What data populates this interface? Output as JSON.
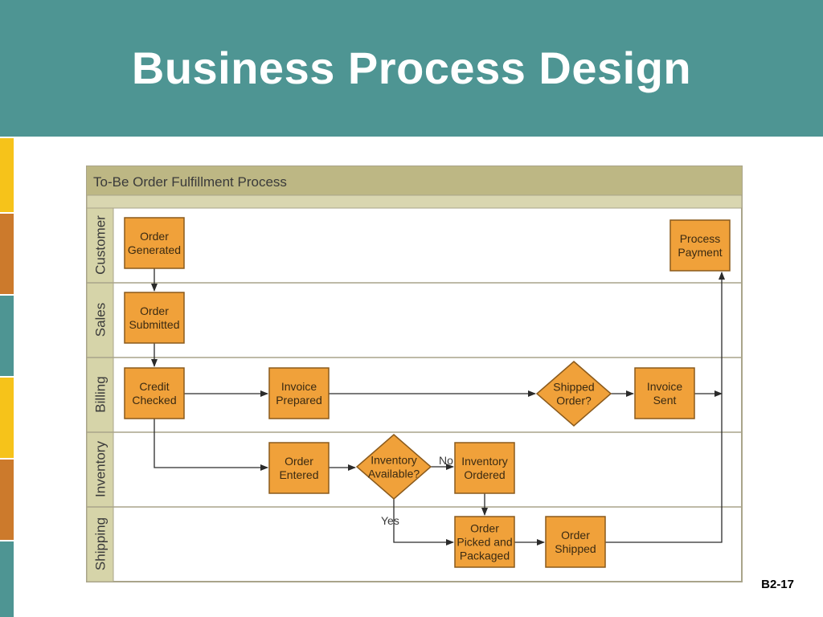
{
  "slide": {
    "title": "Business Process Design",
    "number": "B2-17"
  },
  "colors": {
    "header": "#4e9593",
    "node_fill": "#f0a13a",
    "node_border": "#8a5a1c",
    "frame_header": "#bdb784",
    "lane_label_bg": "#d6d4a9",
    "strip_yellow": "#f6c31a",
    "strip_orange": "#cc7a2c",
    "strip_teal": "#4e9593"
  },
  "diagram": {
    "title": "To-Be Order Fulfillment Process",
    "lanes": [
      {
        "id": "customer",
        "label": "Customer"
      },
      {
        "id": "sales",
        "label": "Sales"
      },
      {
        "id": "billing",
        "label": "Billing"
      },
      {
        "id": "inventory",
        "label": "Inventory"
      },
      {
        "id": "shipping",
        "label": "Shipping"
      }
    ],
    "nodes": [
      {
        "id": "order-generated",
        "shape": "rect",
        "lines": [
          "Order",
          "Generated"
        ]
      },
      {
        "id": "process-payment",
        "shape": "rect",
        "lines": [
          "Process",
          "Payment"
        ]
      },
      {
        "id": "order-submitted",
        "shape": "rect",
        "lines": [
          "Order",
          "Submitted"
        ]
      },
      {
        "id": "credit-checked",
        "shape": "rect",
        "lines": [
          "Credit",
          "Checked"
        ]
      },
      {
        "id": "invoice-prepared",
        "shape": "rect",
        "lines": [
          "Invoice",
          "Prepared"
        ]
      },
      {
        "id": "shipped-order",
        "shape": "diamond",
        "lines": [
          "Shipped",
          "Order?"
        ]
      },
      {
        "id": "invoice-sent",
        "shape": "rect",
        "lines": [
          "Invoice",
          "Sent"
        ]
      },
      {
        "id": "order-entered",
        "shape": "rect",
        "lines": [
          "Order",
          "Entered"
        ]
      },
      {
        "id": "inventory-available",
        "shape": "diamond",
        "lines": [
          "Inventory",
          "Available?"
        ]
      },
      {
        "id": "inventory-ordered",
        "shape": "rect",
        "lines": [
          "Inventory",
          "Ordered"
        ]
      },
      {
        "id": "order-picked-packaged",
        "shape": "rect",
        "lines": [
          "Order",
          "Picked and",
          "Packaged"
        ]
      },
      {
        "id": "order-shipped",
        "shape": "rect",
        "lines": [
          "Order",
          "Shipped"
        ]
      }
    ],
    "edges": [
      {
        "from": "order-generated",
        "to": "order-submitted",
        "label": ""
      },
      {
        "from": "order-submitted",
        "to": "credit-checked",
        "label": ""
      },
      {
        "from": "credit-checked",
        "to": "invoice-prepared",
        "label": ""
      },
      {
        "from": "invoice-prepared",
        "to": "shipped-order",
        "label": ""
      },
      {
        "from": "shipped-order",
        "to": "invoice-sent",
        "label": ""
      },
      {
        "from": "credit-checked",
        "to": "order-entered",
        "label": ""
      },
      {
        "from": "order-entered",
        "to": "inventory-available",
        "label": ""
      },
      {
        "from": "inventory-available",
        "to": "inventory-ordered",
        "label": "No"
      },
      {
        "from": "inventory-available",
        "to": "order-picked-packaged",
        "label": "Yes"
      },
      {
        "from": "inventory-ordered",
        "to": "order-picked-packaged",
        "label": ""
      },
      {
        "from": "order-picked-packaged",
        "to": "order-shipped",
        "label": ""
      },
      {
        "from": "order-shipped",
        "to": "process-payment",
        "label": ""
      }
    ]
  }
}
